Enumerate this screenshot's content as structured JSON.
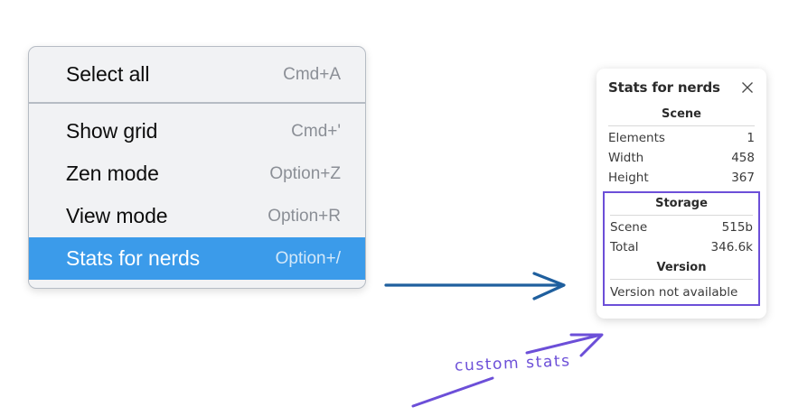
{
  "context_menu": {
    "groups": [
      {
        "items": [
          {
            "label": "Select all",
            "shortcut": "Cmd+A",
            "selected": false
          }
        ]
      },
      {
        "items": [
          {
            "label": "Show grid",
            "shortcut": "Cmd+'",
            "selected": false
          },
          {
            "label": "Zen mode",
            "shortcut": "Option+Z",
            "selected": false
          },
          {
            "label": "View mode",
            "shortcut": "Option+R",
            "selected": false
          },
          {
            "label": "Stats for nerds",
            "shortcut": "Option+/",
            "selected": true
          }
        ]
      }
    ],
    "highlight_color": "#3b9bea"
  },
  "stats_panel": {
    "title": "Stats for nerds",
    "close_icon": "close-icon",
    "scene": {
      "heading": "Scene",
      "rows": [
        {
          "label": "Elements",
          "value": "1"
        },
        {
          "label": "Width",
          "value": "458"
        },
        {
          "label": "Height",
          "value": "367"
        }
      ]
    },
    "storage": {
      "heading": "Storage",
      "rows": [
        {
          "label": "Scene",
          "value": "515b"
        },
        {
          "label": "Total",
          "value": "346.6k"
        }
      ]
    },
    "version": {
      "heading": "Version",
      "text": "Version not available"
    },
    "highlight_color": "#6c4fd8"
  },
  "annotations": {
    "label": "custom stats",
    "label_color": "#6c4fd8",
    "arrow_color": "#1f5f9e"
  }
}
